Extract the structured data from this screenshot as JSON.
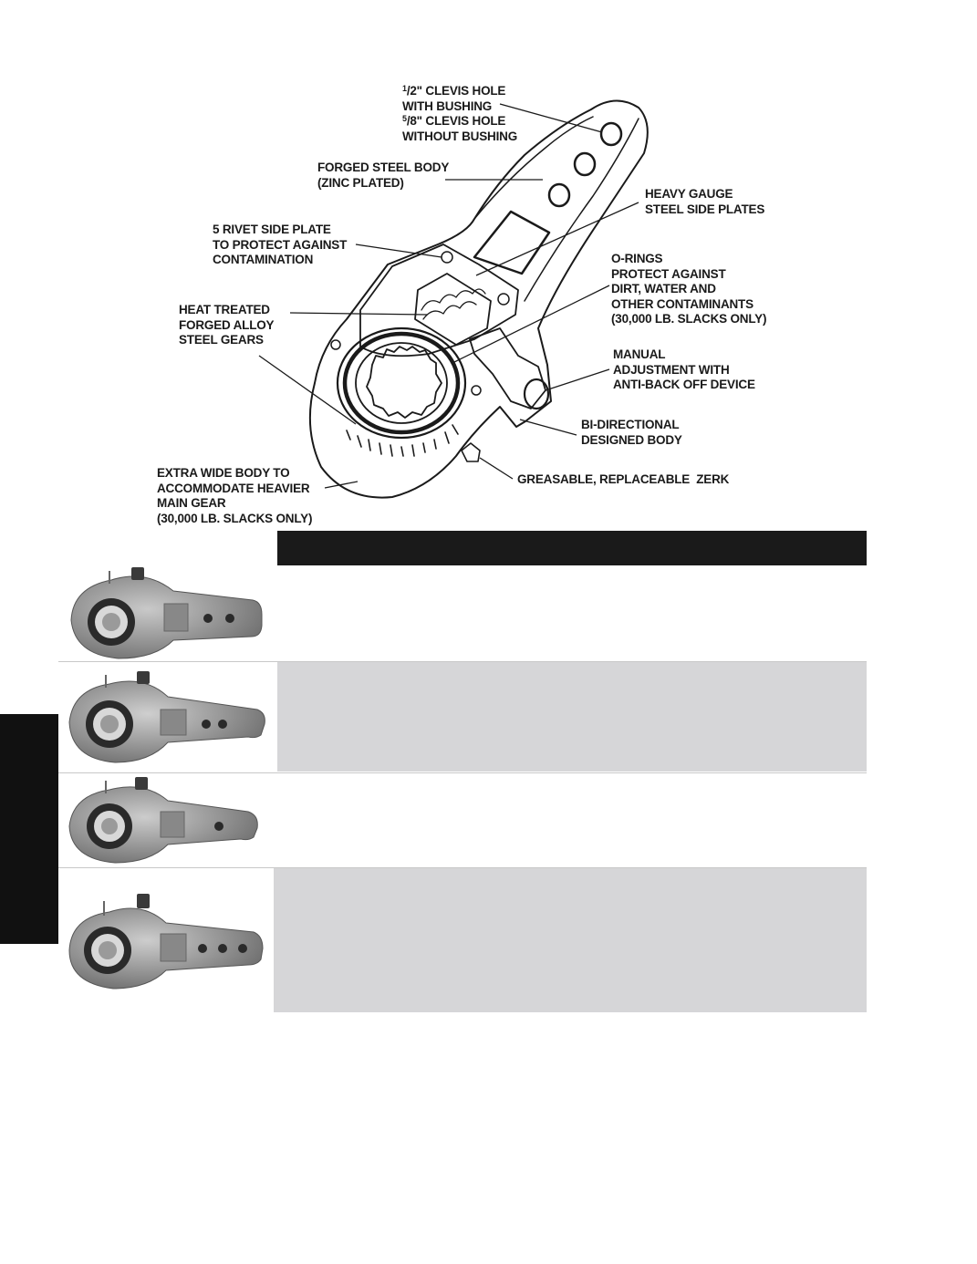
{
  "callouts": {
    "clevis_hole_l1": "/2\" CLEVIS HOLE",
    "clevis_hole_num1": "1",
    "clevis_hole_l2": "WITH BUSHING",
    "clevis_hole_num2": "5",
    "clevis_hole_l3": "/8\" CLEVIS HOLE",
    "clevis_hole_l4": "WITHOUT BUSHING",
    "forged_body": "FORGED STEEL BODY\n(ZINC PLATED)",
    "side_plates": "HEAVY GAUGE\nSTEEL SIDE PLATES",
    "rivet_plate": "5 RIVET SIDE PLATE\nTO PROTECT AGAINST\nCONTAMINATION",
    "o_rings": "O-RINGS\nPROTECT AGAINST\nDIRT, WATER AND\nOTHER CONTAMINANTS\n(30,000 LB. SLACKS ONLY)",
    "gears": "HEAT TREATED\nFORGED ALLOY\nSTEEL GEARS",
    "manual_adjust": "MANUAL\nADJUSTMENT WITH\nANTI-BACK OFF DEVICE",
    "bi_directional": "BI-DIRECTIONAL\nDESIGNED BODY",
    "wide_body": "EXTRA WIDE BODY TO\nACCOMMODATE HEAVIER\nMAIN GEAR\n(30,000 LB. SLACKS ONLY)",
    "zerk": "GREASABLE, REPLACEABLE  ZERK"
  },
  "colors": {
    "header_bar": "#1a1a1a",
    "side_tab": "#111111",
    "band_shaded": "#d6d6d8",
    "band_plain": "#ffffff"
  },
  "rows": [
    {
      "product": "slack-adjuster-two-hole",
      "holes": 2,
      "shaded": false
    },
    {
      "product": "slack-adjuster-two-hole-long-arm",
      "holes": 2,
      "shaded": true
    },
    {
      "product": "slack-adjuster-one-hole",
      "holes": 1,
      "shaded": false
    },
    {
      "product": "slack-adjuster-three-hole",
      "holes": 3,
      "shaded": true
    }
  ]
}
